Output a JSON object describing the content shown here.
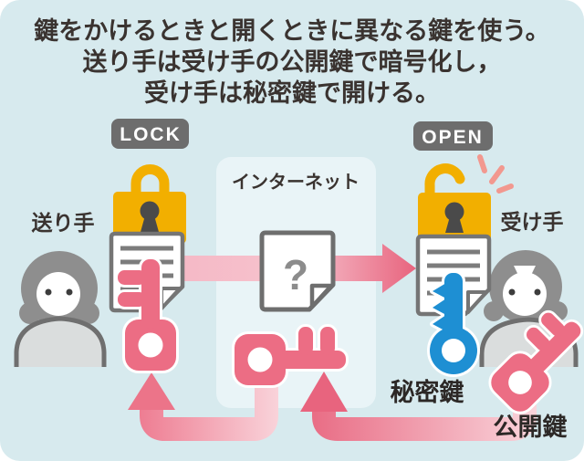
{
  "title": {
    "line1": "鍵をかけるときと開くときに異なる鍵を使う。",
    "line2": "送り手は受け手の公開鍵で暗号化し，",
    "line3": "受け手は秘密鍵で開ける。"
  },
  "sender": {
    "label": "送り手",
    "badge": "LOCK"
  },
  "receiver": {
    "label": "受け手",
    "badge": "OPEN"
  },
  "internet": {
    "label": "インターネット",
    "question_mark": "?"
  },
  "keys": {
    "private_label": "秘密鍵",
    "public_label": "公開鍵"
  },
  "colors": {
    "background": "#d7eaee",
    "panel": "#e9f4f7",
    "badge_gray": "#6d6d6d",
    "lock_orange": "#f2af00",
    "key_pink": "#ec6d84",
    "key_blue": "#1e8fd3",
    "arrow_strong": "#e8647e",
    "arrow_pale": "#f8ccd5",
    "text_dark": "#3a3330",
    "sparkle_salmon": "#f2988f"
  }
}
